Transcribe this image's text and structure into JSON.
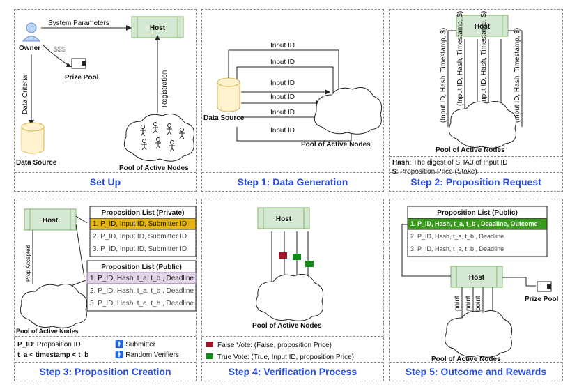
{
  "common": {
    "host": "Host",
    "pool": "Pool of Active Nodes",
    "data_source": "Data Source",
    "input_id": "Input ID"
  },
  "setup": {
    "caption": "Set Up",
    "owner": "Owner",
    "system_parameters": "System Parameters",
    "money": "$$$",
    "prize_pool": "Prize Pool",
    "data_criteria": "Data Criteria",
    "registration": "Registration"
  },
  "step1": {
    "caption": "Step 1: Data Generation"
  },
  "step2": {
    "caption": "Step 2: Proposition Request",
    "arrow_label": "(Input ID, Hash, Timestamp, $)",
    "legend_hash_key": "Hash",
    "legend_hash_val": ": The digest of SHA3 of Input ID",
    "legend_price_key": "$",
    "legend_price_val": ": Proposition Price (Stake)"
  },
  "step3": {
    "caption": "Step 3: Proposition Creation",
    "private_title": "Proposition List (Private)",
    "private_rows": [
      "1. P_ID, Input ID, Submitter ID",
      "2. P_ID, Input ID, Submitter ID",
      "3. P_ID, Input ID, Submitter ID"
    ],
    "public_title": "Proposition List (Public)",
    "public_rows": [
      "1. P_ID, Hash, t_a, t_b , Deadline",
      "2. P_ID, Hash, t_a, t_b , Deadline",
      "3. P_ID, Hash, t_a, t_b , Deadline"
    ],
    "prop_accepted": "Prop Accepted",
    "legend_pid_key": "P_ID",
    "legend_pid_val": ": Proposition ID",
    "legend_ts": "t_a < timestamp < t_b",
    "legend_submitter": "Submitter",
    "legend_verifiers": "Random Verifiers"
  },
  "step4": {
    "caption": "Step 4: Verification Process",
    "false_vote": "False Vote: (False, proposition Price)",
    "true_vote": "True Vote: (True, Input ID, proposition Price)",
    "colors": {
      "false_vote": "#a0142a",
      "true_vote": "#0f8a1a"
    }
  },
  "step5": {
    "caption": "Step 5: Outcome and Rewards",
    "title": "Proposition List (Public)",
    "rows": [
      "1. P_ID, Hash, t_a, t_b , Deadline, Outcome",
      "2. P_ID, Hash, t_a, t_b , Deadline",
      "3. P_ID, Hash, t_a, t_b , Deadline"
    ],
    "point": "point",
    "prize_pool": "Prize Pool"
  },
  "colors": {
    "host_fill": "#d5e8d4",
    "host_stroke": "#82b366",
    "caption": "#2a4fd6",
    "db_fill": "#fff2cc",
    "db_stroke": "#d6b656"
  }
}
